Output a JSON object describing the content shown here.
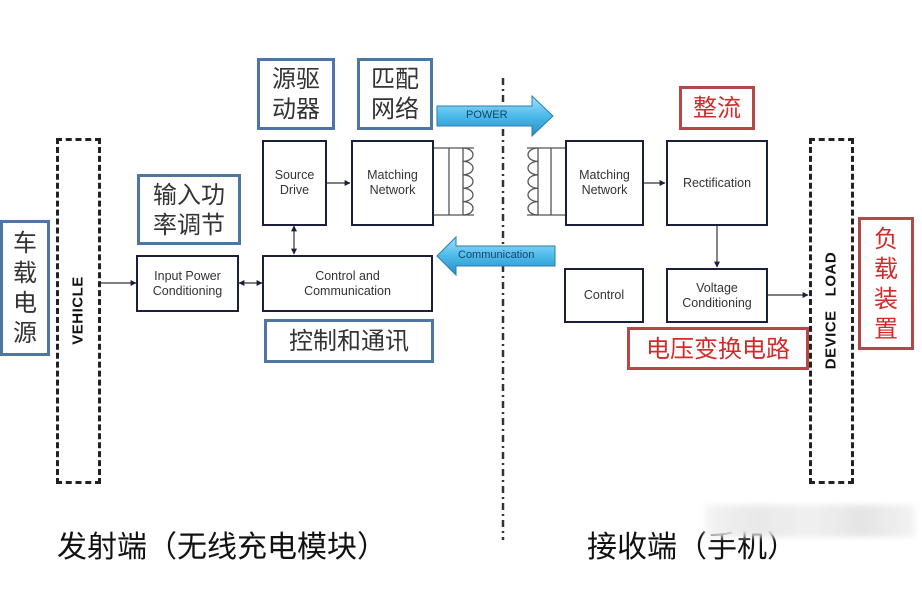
{
  "transmitter": {
    "vehicle_label": "VEHICLE",
    "vehicle_power_cn": "车\n载\n电\n源",
    "input_power_conditioning": "Input Power\nConditioning",
    "input_power_conditioning_cn": "输入功\n率调节",
    "source_drive": "Source\nDrive",
    "source_drive_cn": "源驱\n动器",
    "matching_network": "Matching\nNetwork",
    "matching_network_cn": "匹配\n网络",
    "control_and_communication": "Control and\nCommunication",
    "control_and_communication_cn": "控制和通讯",
    "caption": "发射端（无线充电模块）"
  },
  "receiver": {
    "matching_network": "Matching\nNetwork",
    "rectification": "Rectification",
    "rectification_cn": "整流",
    "control": "Control",
    "voltage_conditioning": "Voltage\nConditioning",
    "voltage_conditioning_cn": "电压变换电路",
    "device_load_label": "DEVICE   LOAD",
    "device_load_cn": "负\n载\n装\n置",
    "caption": "接收端（手机）"
  },
  "arrows": {
    "power": "POWER",
    "communication": "Communication"
  },
  "colors": {
    "block_border": "#1a1f3d",
    "cn_blue_border": "#4f76a0",
    "cn_red_border": "#b5474b",
    "cn_red_text": "#d42a2a",
    "arrow_fill": "#4db8e8"
  }
}
